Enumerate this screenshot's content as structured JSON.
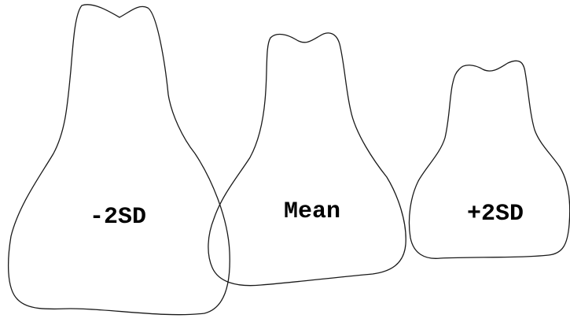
{
  "shapes": [
    {
      "id": "minus-2sd",
      "label": "-2SD"
    },
    {
      "id": "mean",
      "label": "Mean"
    },
    {
      "id": "plus-2sd",
      "label": "+2SD"
    }
  ],
  "colors": {
    "outline": "#1a1a1a",
    "text": "#000000",
    "background": "#ffffff"
  }
}
